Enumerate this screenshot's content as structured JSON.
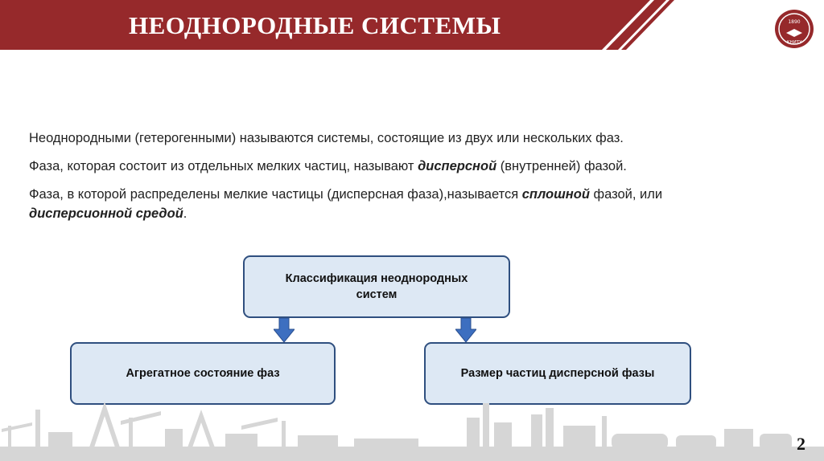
{
  "slide": {
    "title": "НЕОДНОРОДНЫЕ СИСТЕМЫ",
    "page_number": "2",
    "logo": {
      "year": "1890",
      "short": "КНИТУ"
    },
    "colors": {
      "banner": "#96292b",
      "box_fill": "#dde8f4",
      "box_border": "#2f4f7f",
      "arrow": "#3d6fc0"
    }
  },
  "paragraphs": {
    "p1": "Неоднородными (гетерогенными) называются  системы, состоящие  из двух или нескольких  фаз.",
    "p2": {
      "before": "Фаза, которая состоит из отдельных мелких частиц, называют ",
      "bold": "дисперсной",
      "after": " (внутренней) фазой."
    },
    "p3": {
      "before": "Фаза, в которой распределены мелкие частицы (дисперсная фаза),называется ",
      "bold1": "сплошной",
      "middle": " фазой, или ",
      "bold2": "дисперсионной средой",
      "after": "."
    }
  },
  "diagram": {
    "root": "Классификация неоднородных систем",
    "left": "Агрегатное состояние фаз",
    "right": "Размер частиц дисперсной фазы"
  }
}
